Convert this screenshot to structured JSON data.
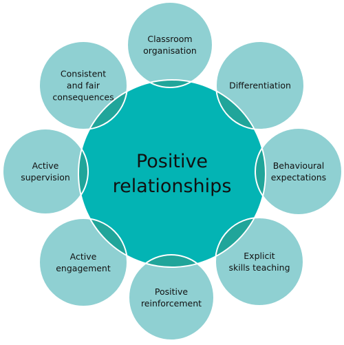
{
  "center": {
    "lines": [
      "Positive",
      "relationships"
    ]
  },
  "items": [
    {
      "lines": [
        "Classroom",
        "organisation"
      ]
    },
    {
      "lines": [
        "Differentiation"
      ]
    },
    {
      "lines": [
        "Behavioural",
        "expectations"
      ]
    },
    {
      "lines": [
        "Explicit",
        "skills teaching"
      ]
    },
    {
      "lines": [
        "Positive",
        "reinforcement"
      ]
    },
    {
      "lines": [
        "Active",
        "engagement"
      ]
    },
    {
      "lines": [
        "Active",
        "supervision"
      ]
    },
    {
      "lines": [
        "Consistent",
        "and fair",
        "consequences"
      ]
    }
  ],
  "colors": {
    "center_fill": "#03b4b4",
    "outer_fill": "#8fd0d2",
    "overlap_fill": "#20a59a",
    "outline": "#ffffff"
  }
}
